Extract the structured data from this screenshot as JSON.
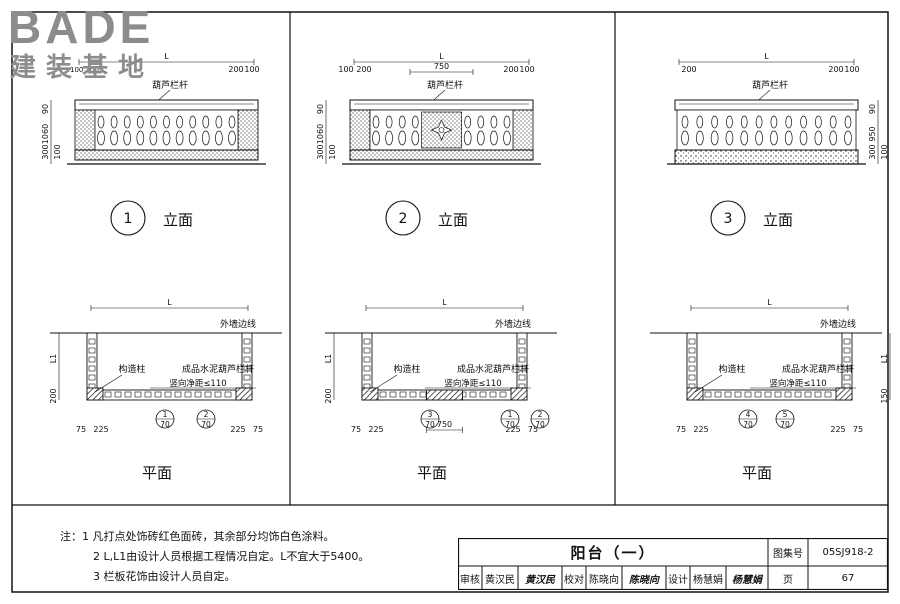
{
  "logo": {
    "brand": "BADE",
    "sub": "建装基地",
    "watermark": "100 200"
  },
  "common": {
    "baluster_label": "葫芦栏杆",
    "elevation_caption": "立面",
    "plan_caption": "平面",
    "outer_wall_label": "外墙边线",
    "column_label": "构造柱",
    "rail_label": "成品水泥葫芦栏杆",
    "spacing_label": "竖向净距≤110",
    "dim_L": "L",
    "dim_L1": "L1",
    "dim_75": "75",
    "dim_225": "225",
    "dim_200": "200",
    "dim_100": "100",
    "dim_90": "90",
    "dim_1060": "1060",
    "dim_950": "950",
    "dim_300": "300",
    "dim_750": "750",
    "dim_150": "150",
    "sheet_ref": "70"
  },
  "details": [
    {
      "number": "1",
      "ref_a": "1",
      "ref_b": "2"
    },
    {
      "number": "2",
      "ref_a": "3",
      "ref_b": "1",
      "ref_c": "2"
    },
    {
      "number": "3",
      "ref_a": "4",
      "ref_b": "5"
    }
  ],
  "notes": {
    "prefix": "注：",
    "items": [
      "1  凡打点处饰砖红色面砖，其余部分均饰白色涂料。",
      "2  L,L1由设计人员根据工程情况自定。L不宜大于5400。",
      "3  栏板花饰由设计人员自定。"
    ]
  },
  "title_block": {
    "title": "阳台（一）",
    "atlas_label": "图集号",
    "atlas_no": "05SJ918-2",
    "page_label": "页",
    "page_no": "67",
    "review_label": "审核",
    "reviewer": "黄汉民",
    "reviewer_sig": "黄汉民",
    "check_label": "校对",
    "checker": "陈晓向",
    "checker_sig": "陈晓向",
    "design_label": "设计",
    "designer": "杨慧娟",
    "designer_sig": "杨慧娟"
  }
}
